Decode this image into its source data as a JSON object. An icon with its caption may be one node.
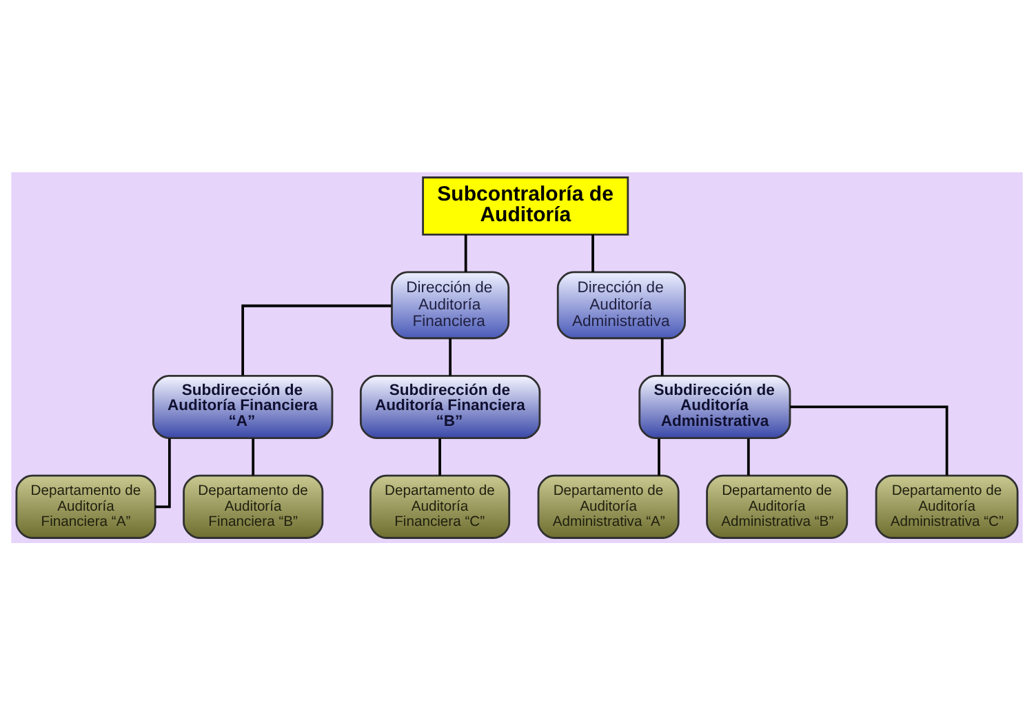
{
  "diagram": {
    "nodes": [
      {
        "text": [
          "Subcontraloría de Auditoría"
        ]
      },
      {
        "text": [
          "Dirección de Auditoría Financiera"
        ]
      },
      {
        "text": [
          "Dirección de Auditoría Administrativa"
        ]
      },
      {
        "text": [
          "Subdirección de Auditoría Financiera “A”"
        ]
      },
      {
        "text": [
          "Subdirección de Auditoría Financiera “B”"
        ]
      },
      {
        "text": [
          "Subdirección de Auditoría Administrativa"
        ]
      },
      {
        "text": [
          "Departamento de Auditoría Financiera “A”"
        ]
      },
      {
        "text": [
          "Departamento de Auditoría Financiera “B”"
        ]
      },
      {
        "text": [
          "Departamento de Auditoría Financiera “C”"
        ]
      },
      {
        "text": [
          "Departamento de Auditoría Administrativa “A”"
        ]
      },
      {
        "text": [
          "Departamento de Auditoría Administrativa “B”"
        ]
      },
      {
        "text": [
          "Departamento de Auditoría Administrativa “C”"
        ]
      }
    ],
    "edges": [
      {
        "from": 0,
        "to": 1,
        "arrow": "none"
      },
      {
        "from": 0,
        "to": 2,
        "arrow": "none"
      },
      {
        "from": 1,
        "to": 3,
        "arrow": "none"
      },
      {
        "from": 1,
        "to": 4,
        "arrow": "none"
      },
      {
        "from": 2,
        "to": 5,
        "arrow": "none"
      },
      {
        "from": 3,
        "to": 6,
        "arrow": "none"
      },
      {
        "from": 3,
        "to": 7,
        "arrow": "none"
      },
      {
        "from": 4,
        "to": 8,
        "arrow": "none"
      },
      {
        "from": 5,
        "to": 9,
        "arrow": "none"
      },
      {
        "from": 5,
        "to": 10,
        "arrow": "none"
      },
      {
        "from": 5,
        "to": 11,
        "arrow": "none"
      }
    ]
  }
}
